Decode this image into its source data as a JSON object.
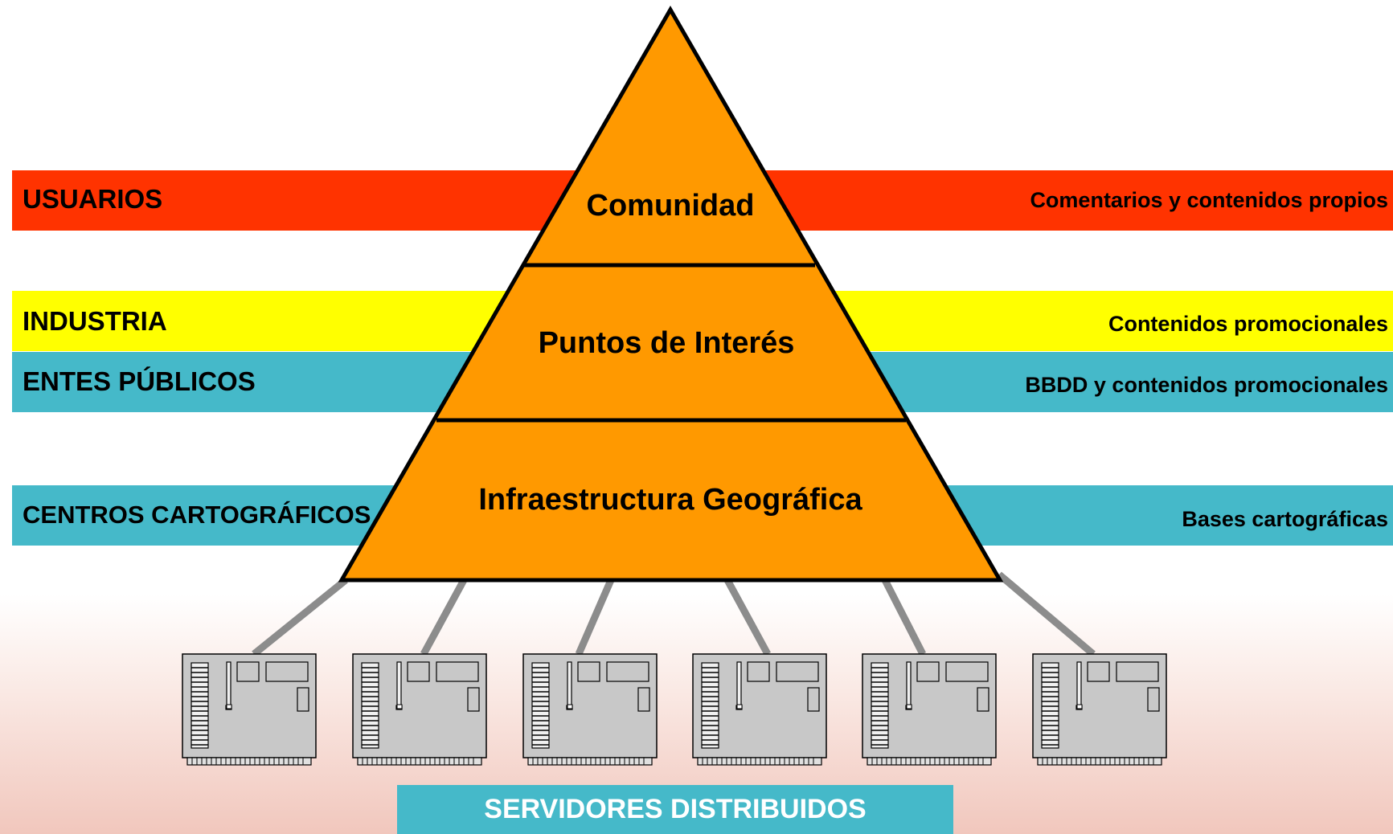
{
  "bands": [
    {
      "left": "USUARIOS",
      "right": "Comentarios y contenidos propios",
      "color": "#ff3300"
    },
    {
      "left": "INDUSTRIA",
      "right": "Contenidos promocionales",
      "color": "#ffff00"
    },
    {
      "left": "ENTES PÚBLICOS",
      "right": "BBDD y contenidos promocionales",
      "color": "#45b9c9"
    },
    {
      "left": "CENTROS CARTOGRÁFICOS",
      "right": "Bases cartográficas",
      "color": "#45b9c9"
    }
  ],
  "pyramid": {
    "fill": "#ff9900",
    "tiers": [
      "Comunidad",
      "Puntos de Interés",
      "Infraestructura Geográfica"
    ]
  },
  "servers": {
    "count": 6,
    "icon": "server-icon",
    "label": "SERVIDORES DISTRIBUIDOS"
  }
}
